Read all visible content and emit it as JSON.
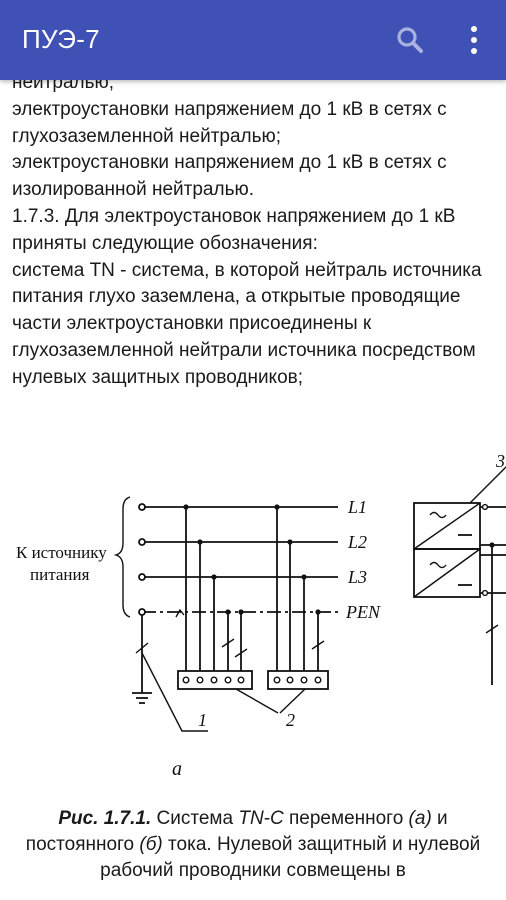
{
  "app": {
    "title": "ПУЭ-7",
    "search_icon": "search-icon",
    "more_icon": "more-vert-icon",
    "accent_color": "#3f51b5"
  },
  "document": {
    "paragraphs": [
      "нейтралью;",
      "электроустановки напряжением до 1 кВ в сетях с глухозаземленной нейтралью;",
      "электроустановки напряжением до 1 кВ в сетях с изолированной нейтралью.",
      "1.7.3. Для электроустановок напряжением до 1 кВ приняты следующие обозначения:",
      "система TN - система, в которой нейтраль источника питания глухо заземлена, а открытые проводящие части электроустановки присоединены к глухозаземленной нейтрали источника посредством нулевых защитных проводников;"
    ],
    "figure": {
      "source_label_line1": "К источнику",
      "source_label_line2": "питания",
      "line_labels": [
        "L1",
        "L2",
        "L3",
        "PEN"
      ],
      "callout_1": "1",
      "callout_2": "2",
      "callout_3": "3",
      "subfigure_label": "а"
    },
    "caption": {
      "fig_number": "Рис. 1.7.1.",
      "part1": " Система ",
      "system": "TN-C",
      "part2": " переменного ",
      "mark_a": "(а)",
      "part3": " и постоянного ",
      "mark_b": "(б)",
      "part4": " тока. Нулевой защитный и нулевой рабочий проводники совмещены в"
    }
  }
}
